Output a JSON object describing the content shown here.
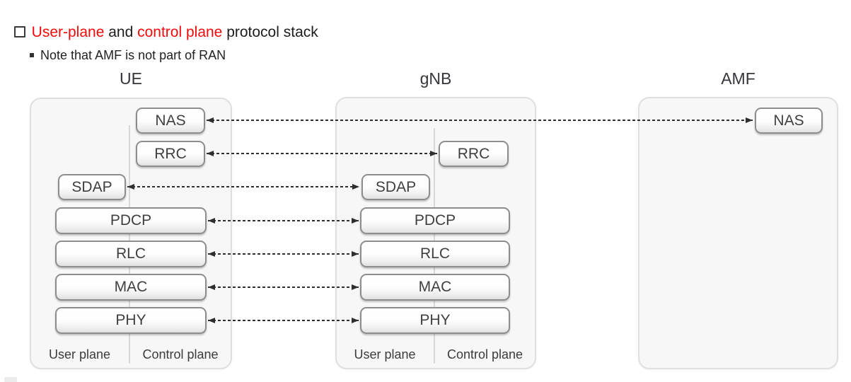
{
  "colors": {
    "title_red": "#ef0b0b",
    "title_text": "#1c1c1c",
    "diagram_text": "#3f3f3f",
    "panel_background": "#f7f7f7",
    "panel_border": "#dfdfdf",
    "box_border": "#8d8d8d",
    "arrow": "#2e2e2e"
  },
  "icons": {
    "title_bullet": "square-outline-bullet",
    "note_bullet": "square-filled-bullet"
  },
  "title": {
    "part_red_1": "User-plane",
    "part_mid": " and ",
    "part_red_2": "control plane",
    "part_end": " protocol stack"
  },
  "note": {
    "text": "Note that AMF is not part of RAN"
  },
  "diagram": {
    "ue": {
      "title": "UE",
      "boxes": {
        "nas": "NAS",
        "rrc": "RRC",
        "sdap": "SDAP",
        "pdcp": "PDCP",
        "rlc": "RLC",
        "mac": "MAC",
        "phy": "PHY"
      },
      "user_plane_label": "User plane",
      "control_plane_label": "Control plane"
    },
    "gnb": {
      "title": "gNB",
      "boxes": {
        "rrc": "RRC",
        "sdap": "SDAP",
        "pdcp": "PDCP",
        "rlc": "RLC",
        "mac": "MAC",
        "phy": "PHY"
      },
      "user_plane_label": "User plane",
      "control_plane_label": "Control plane"
    },
    "amf": {
      "title": "AMF",
      "boxes": {
        "nas": "NAS"
      }
    },
    "arrows": [
      {
        "id": "nas",
        "from": "UE NAS",
        "to": "AMF NAS",
        "style": "dashed-double-arrow"
      },
      {
        "id": "rrc",
        "from": "UE RRC",
        "to": "gNB RRC",
        "style": "dashed-double-arrow"
      },
      {
        "id": "sdap",
        "from": "UE SDAP",
        "to": "gNB SDAP",
        "style": "dashed-double-arrow"
      },
      {
        "id": "pdcp",
        "from": "UE PDCP",
        "to": "gNB PDCP",
        "style": "dashed-double-arrow"
      },
      {
        "id": "rlc",
        "from": "UE RLC",
        "to": "gNB RLC",
        "style": "dashed-double-arrow"
      },
      {
        "id": "mac",
        "from": "UE MAC",
        "to": "gNB MAC",
        "style": "dashed-double-arrow"
      },
      {
        "id": "phy",
        "from": "UE PHY",
        "to": "gNB PHY",
        "style": "dashed-double-arrow"
      }
    ]
  }
}
